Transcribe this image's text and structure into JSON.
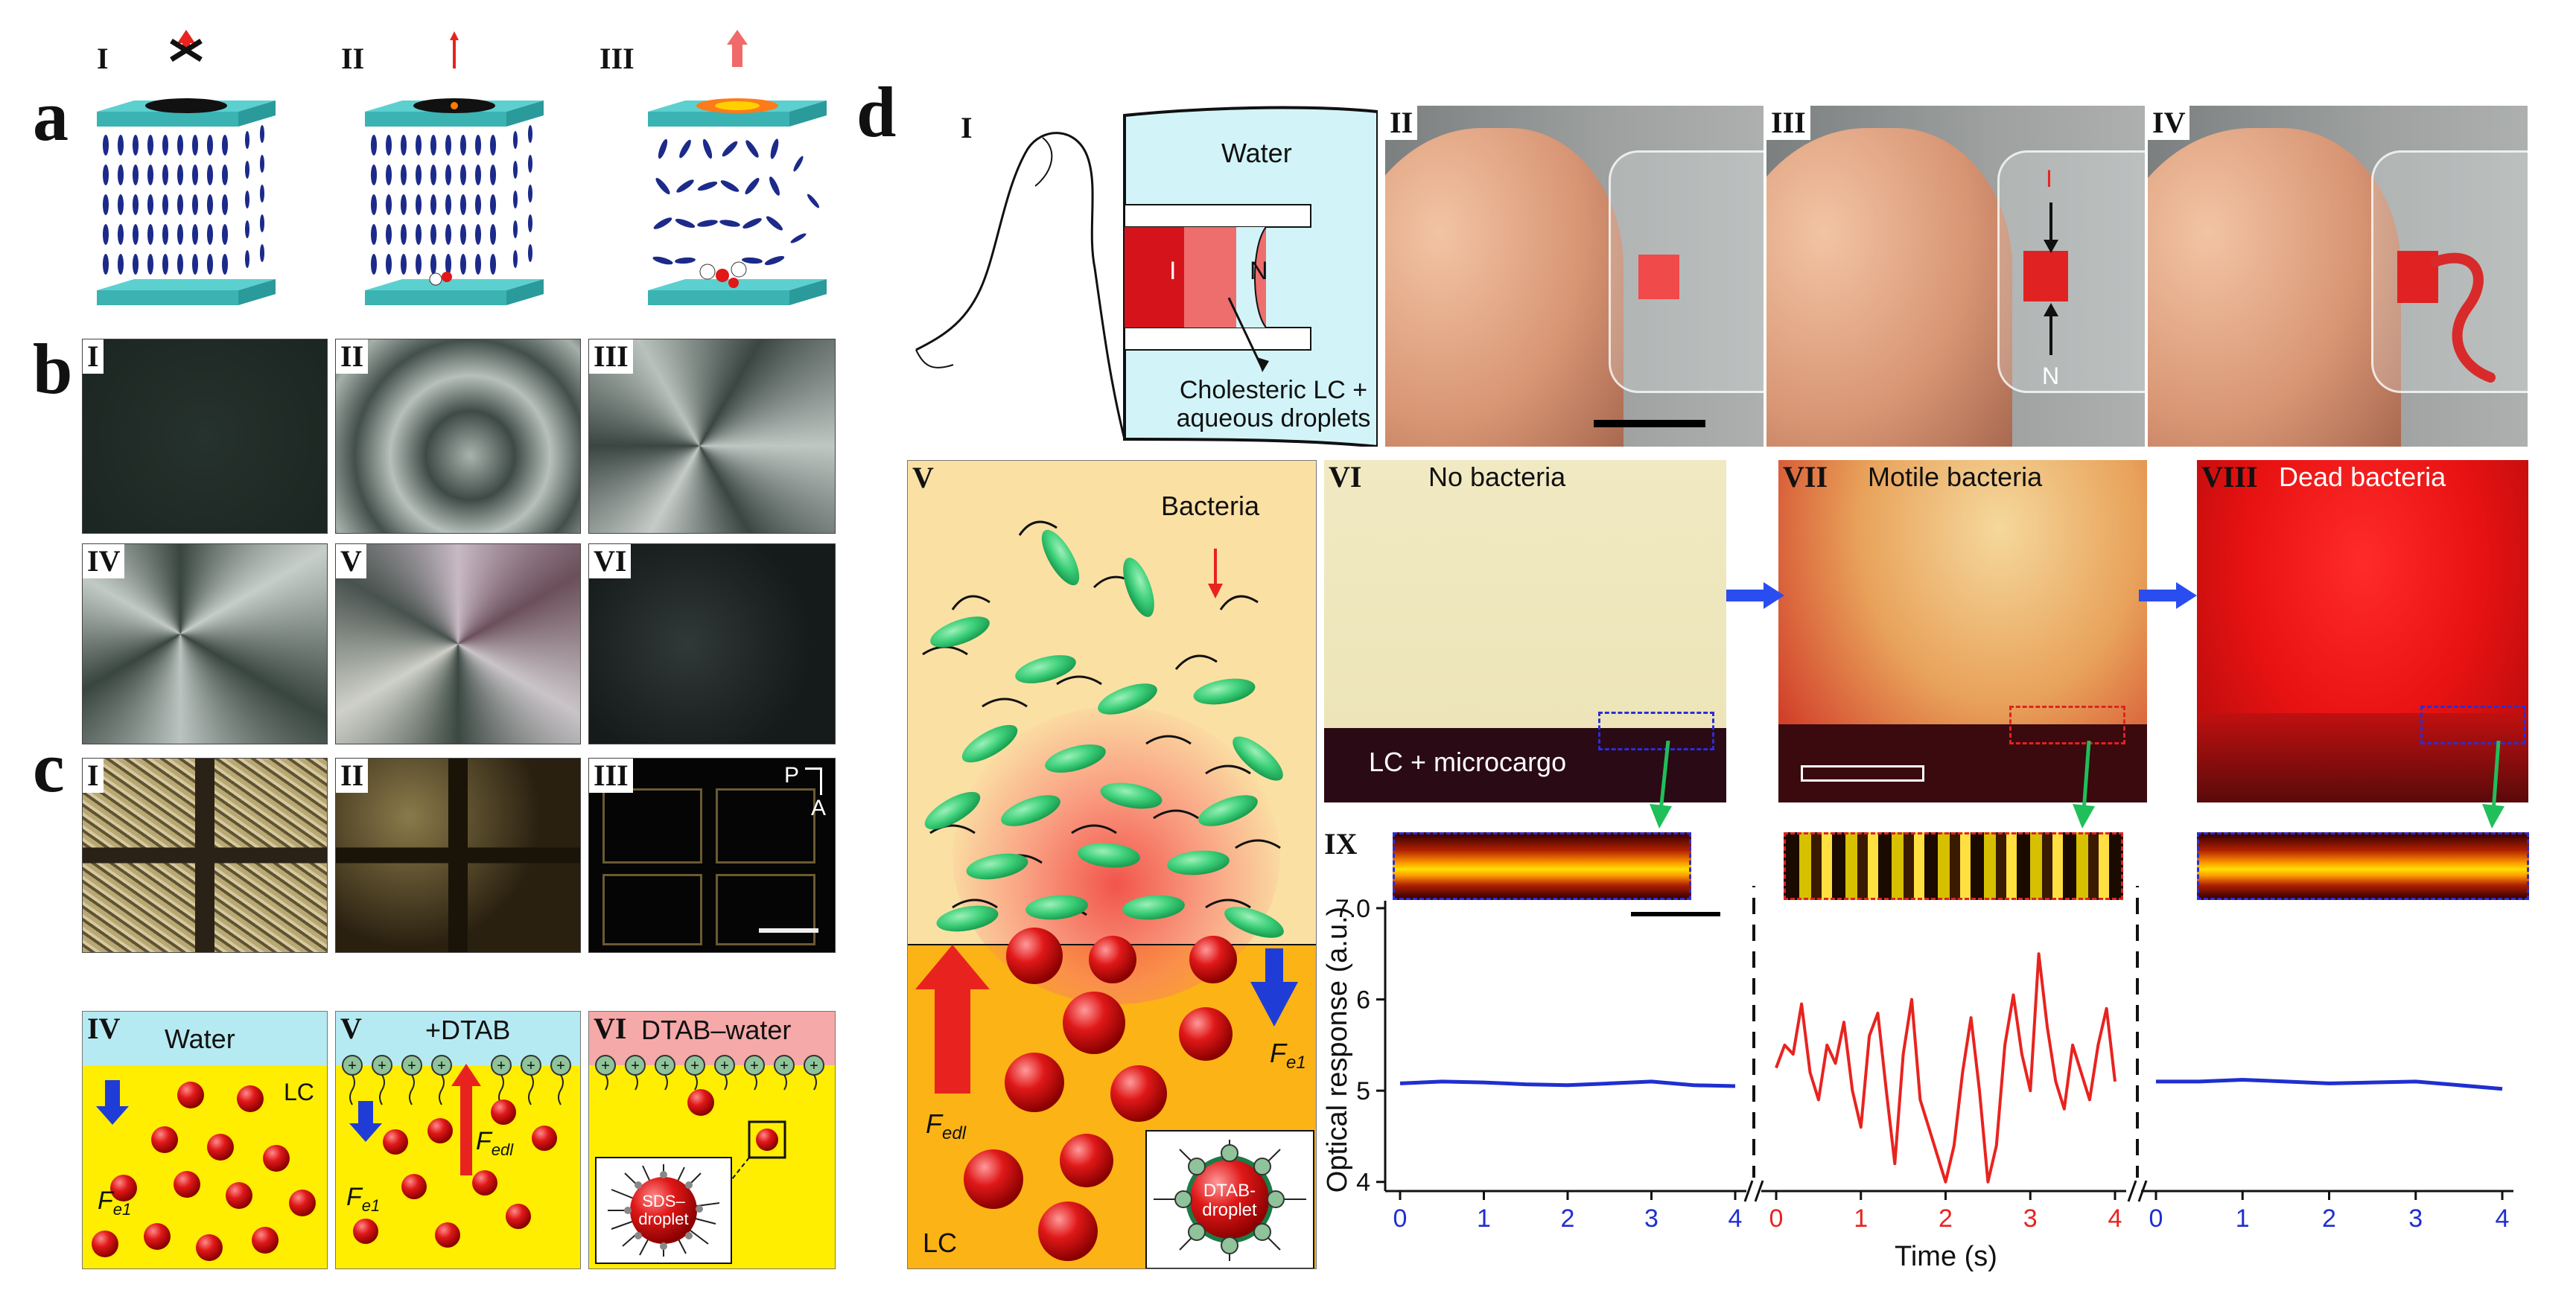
{
  "panel_letters": {
    "a": "a",
    "b": "b",
    "c": "c",
    "d": "d"
  },
  "panel_a": {
    "roman": [
      "I",
      "II",
      "III"
    ]
  },
  "panel_b": {
    "roman": [
      "I",
      "II",
      "III",
      "IV",
      "V",
      "VI"
    ]
  },
  "panel_c": {
    "roman": [
      "I",
      "II",
      "III",
      "IV",
      "V",
      "VI"
    ],
    "polarizer_p": "P",
    "polarizer_a": "A",
    "iv_label": "Water",
    "v_label": "+DTAB",
    "vi_label": "DTAB–water",
    "lc_label": "LC",
    "fe1": "F",
    "fe1_sub": "e1",
    "fedl": "F",
    "fedl_sub": "edl",
    "sds_label_1": "SDS–",
    "sds_label_2": "droplet"
  },
  "panel_d": {
    "roman": [
      "I",
      "II",
      "III",
      "IV",
      "V",
      "VI",
      "VII",
      "VIII",
      "IX"
    ],
    "water": "Water",
    "i_mark": "I",
    "n_mark": "N",
    "cholesteric_1": "Cholesteric LC +",
    "cholesteric_2": "aqueous droplets",
    "bacteria": "Bacteria",
    "lc_label": "LC",
    "fedl": "F",
    "fedl_sub": "edl",
    "fe1": "F",
    "fe1_sub": "e1",
    "dtab_1": "DTAB-",
    "dtab_2": "droplet",
    "no_bacteria": "No bacteria",
    "motile_bacteria": "Motile bacteria",
    "dead_bacteria": "Dead bacteria",
    "lc_microcargo": "LC + microcargo"
  },
  "chart_data": {
    "type": "line",
    "ylabel": "Optical response (a.u.)",
    "xlabel": "Time (s)",
    "ylim": [
      3.9,
      7.0
    ],
    "yticks": [
      "4",
      "5",
      "6",
      "7.0"
    ],
    "xticks": [
      "0",
      "1",
      "2",
      "3",
      "4"
    ],
    "series": [
      {
        "color": "#1f2fd0",
        "x": [
          0,
          0.5,
          1,
          1.5,
          2,
          2.5,
          3,
          3.5,
          4
        ],
        "y": [
          5.08,
          5.1,
          5.09,
          5.07,
          5.06,
          5.08,
          5.1,
          5.06,
          5.05
        ]
      },
      {
        "color": "#e8231f",
        "x": [
          0,
          0.1,
          0.2,
          0.3,
          0.4,
          0.5,
          0.6,
          0.7,
          0.8,
          0.9,
          1.0,
          1.1,
          1.2,
          1.3,
          1.4,
          1.5,
          1.6,
          1.7,
          1.8,
          1.9,
          2.0,
          2.1,
          2.2,
          2.3,
          2.4,
          2.5,
          2.6,
          2.7,
          2.8,
          2.9,
          3.0,
          3.1,
          3.2,
          3.3,
          3.4,
          3.5,
          3.6,
          3.7,
          3.8,
          3.9,
          4.0
        ],
        "y": [
          5.25,
          5.5,
          5.4,
          5.95,
          5.2,
          4.9,
          5.5,
          5.3,
          5.75,
          5.0,
          4.6,
          5.6,
          5.85,
          5.0,
          4.2,
          5.4,
          6.0,
          4.9,
          4.6,
          4.3,
          4.0,
          4.4,
          5.2,
          5.8,
          5.0,
          4.0,
          4.4,
          5.5,
          6.05,
          5.4,
          5.0,
          6.5,
          5.7,
          5.1,
          4.8,
          5.5,
          5.2,
          4.9,
          5.5,
          5.9,
          5.1
        ]
      },
      {
        "color": "#1f2fd0",
        "x": [
          0,
          0.5,
          1,
          1.5,
          2,
          2.5,
          3,
          3.5,
          4
        ],
        "y": [
          5.1,
          5.1,
          5.12,
          5.1,
          5.08,
          5.09,
          5.1,
          5.06,
          5.02
        ]
      }
    ]
  },
  "colors": {
    "lc_yellow": "#ffee00",
    "water_blue": "#b6eaf2",
    "droplet_red": "#e01818",
    "arrow_red": "#e8231f",
    "arrow_blue": "#1f3dd6",
    "cell_teal": "#44c1c0"
  }
}
